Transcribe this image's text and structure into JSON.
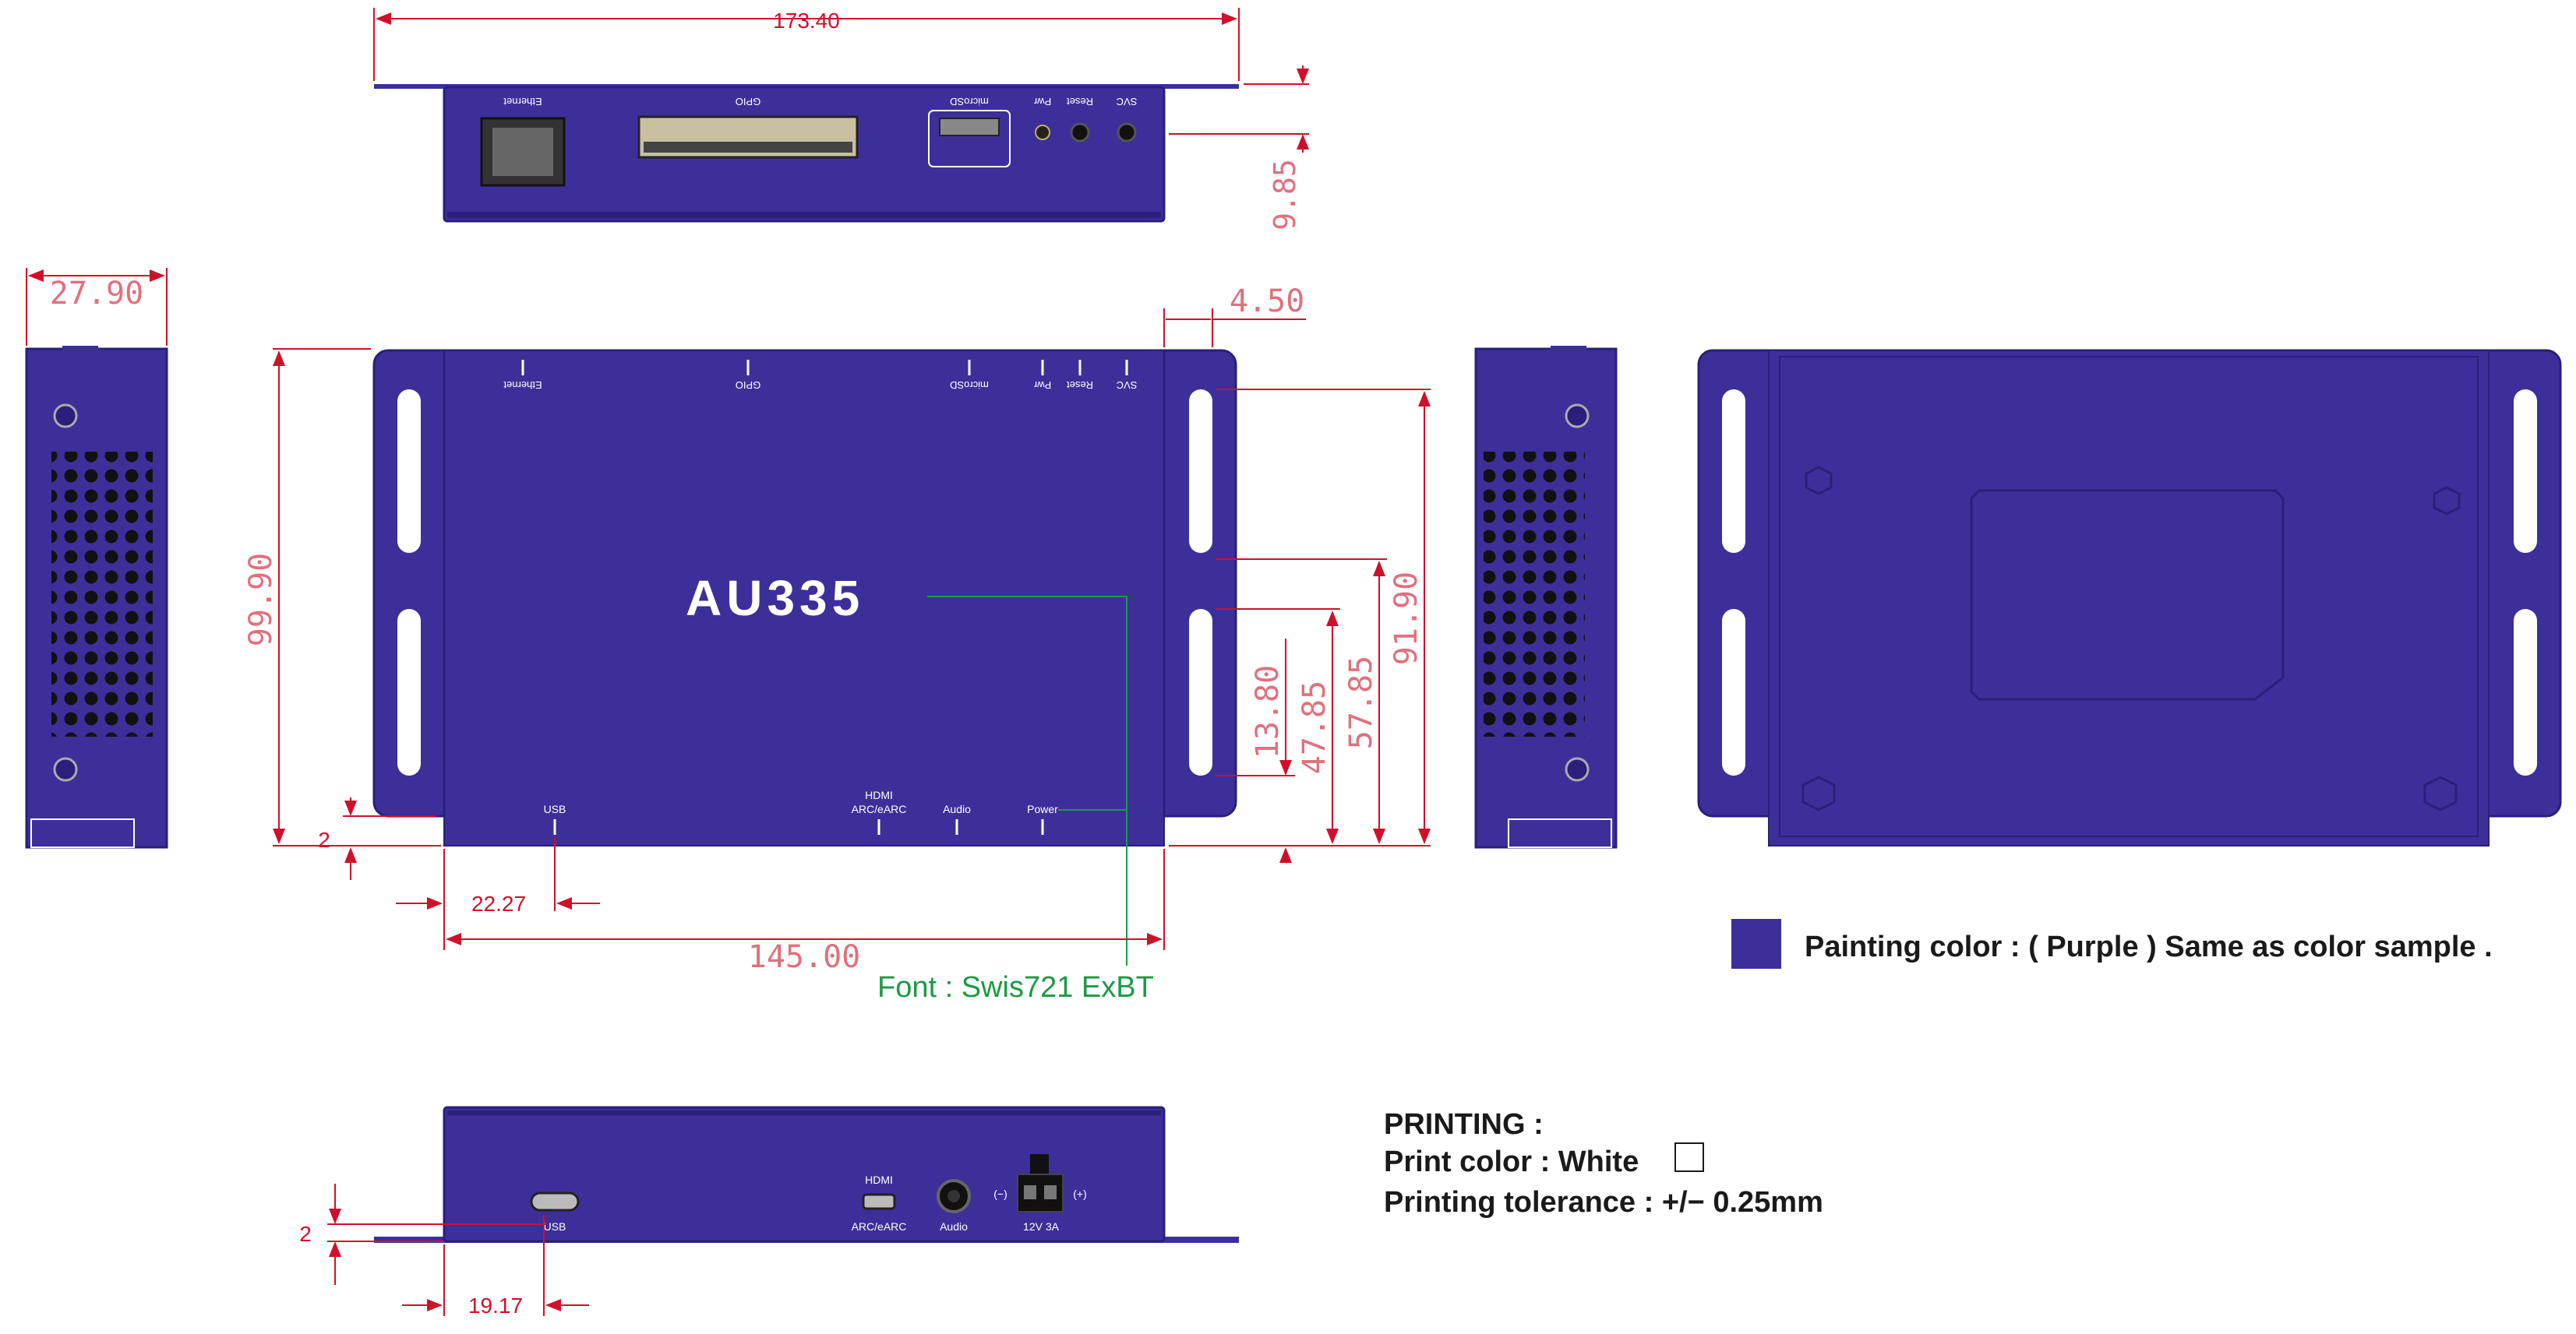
{
  "colors": {
    "purple": "#3d2f9a",
    "purple_dark": "#2a1f7a",
    "dim_red": "#d0102a",
    "dim_pink": "#e0707e",
    "font_green": "#1b9a45"
  },
  "dims": {
    "top_width": "173.40",
    "top_height": "9.85",
    "side_width": "27.90",
    "front_height": "99.90",
    "ear_offset": "4.50",
    "d_91_90": "91.90",
    "d_57_85": "57.85",
    "d_47_85": "47.85",
    "d_13_80": "13.80",
    "d_2_main": "2",
    "usb_offset_main": "22.27",
    "body_width": "145.00",
    "d_2_bottom": "2",
    "usb_offset_bottom": "19.17"
  },
  "ports_top": {
    "ethernet": "Ethernet",
    "gpio": "GPIO",
    "microsd": "microSD",
    "pwr": "Pwr",
    "reset": "Reset",
    "svc": "SVC"
  },
  "ports_bottom": {
    "usb": "USB",
    "hdmi_line1": "HDMI",
    "hdmi_line2": "ARC/eARC",
    "audio": "Audio",
    "power": "Power",
    "minus": "(−)",
    "plus": "(+)",
    "power_rating": "12V 3A"
  },
  "product": {
    "model": "AU335",
    "font_note": "Font : Swis721 ExBT"
  },
  "legend": {
    "painting_note": "Painting color : ( Purple ) Same as color sample ."
  },
  "printing": {
    "heading": "PRINTING :",
    "color_line": "Print color  : White",
    "tolerance_line": "Printing tolerance : +/− 0.25mm"
  }
}
